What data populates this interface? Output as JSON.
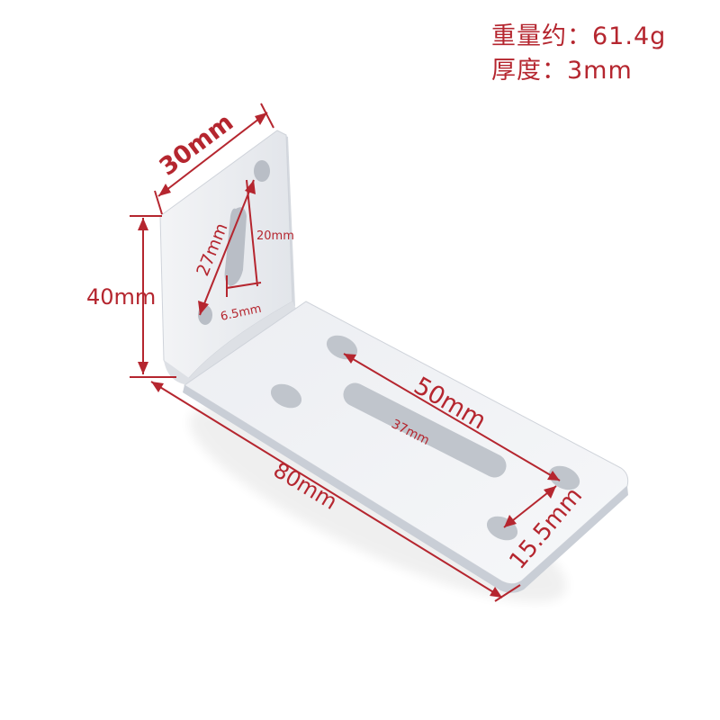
{
  "specs": {
    "weight_label": "重量约：",
    "weight_value": "61.4g",
    "thickness_label": "厚度：",
    "thickness_value": "3mm"
  },
  "dimensions": {
    "top_width": "30mm",
    "upright_height": "40mm",
    "base_length": "80mm",
    "upright_slot_length": "27mm",
    "upright_slot_height": "20mm",
    "upright_slot_width": "6.5mm",
    "hole_spacing": "50mm",
    "base_slot_length": "37mm",
    "end_hole_spacing": "15.5mm"
  },
  "colors": {
    "annotation": "#b5262f",
    "metal": "#eef0f3",
    "metal_shadow": "#c9ced6"
  }
}
